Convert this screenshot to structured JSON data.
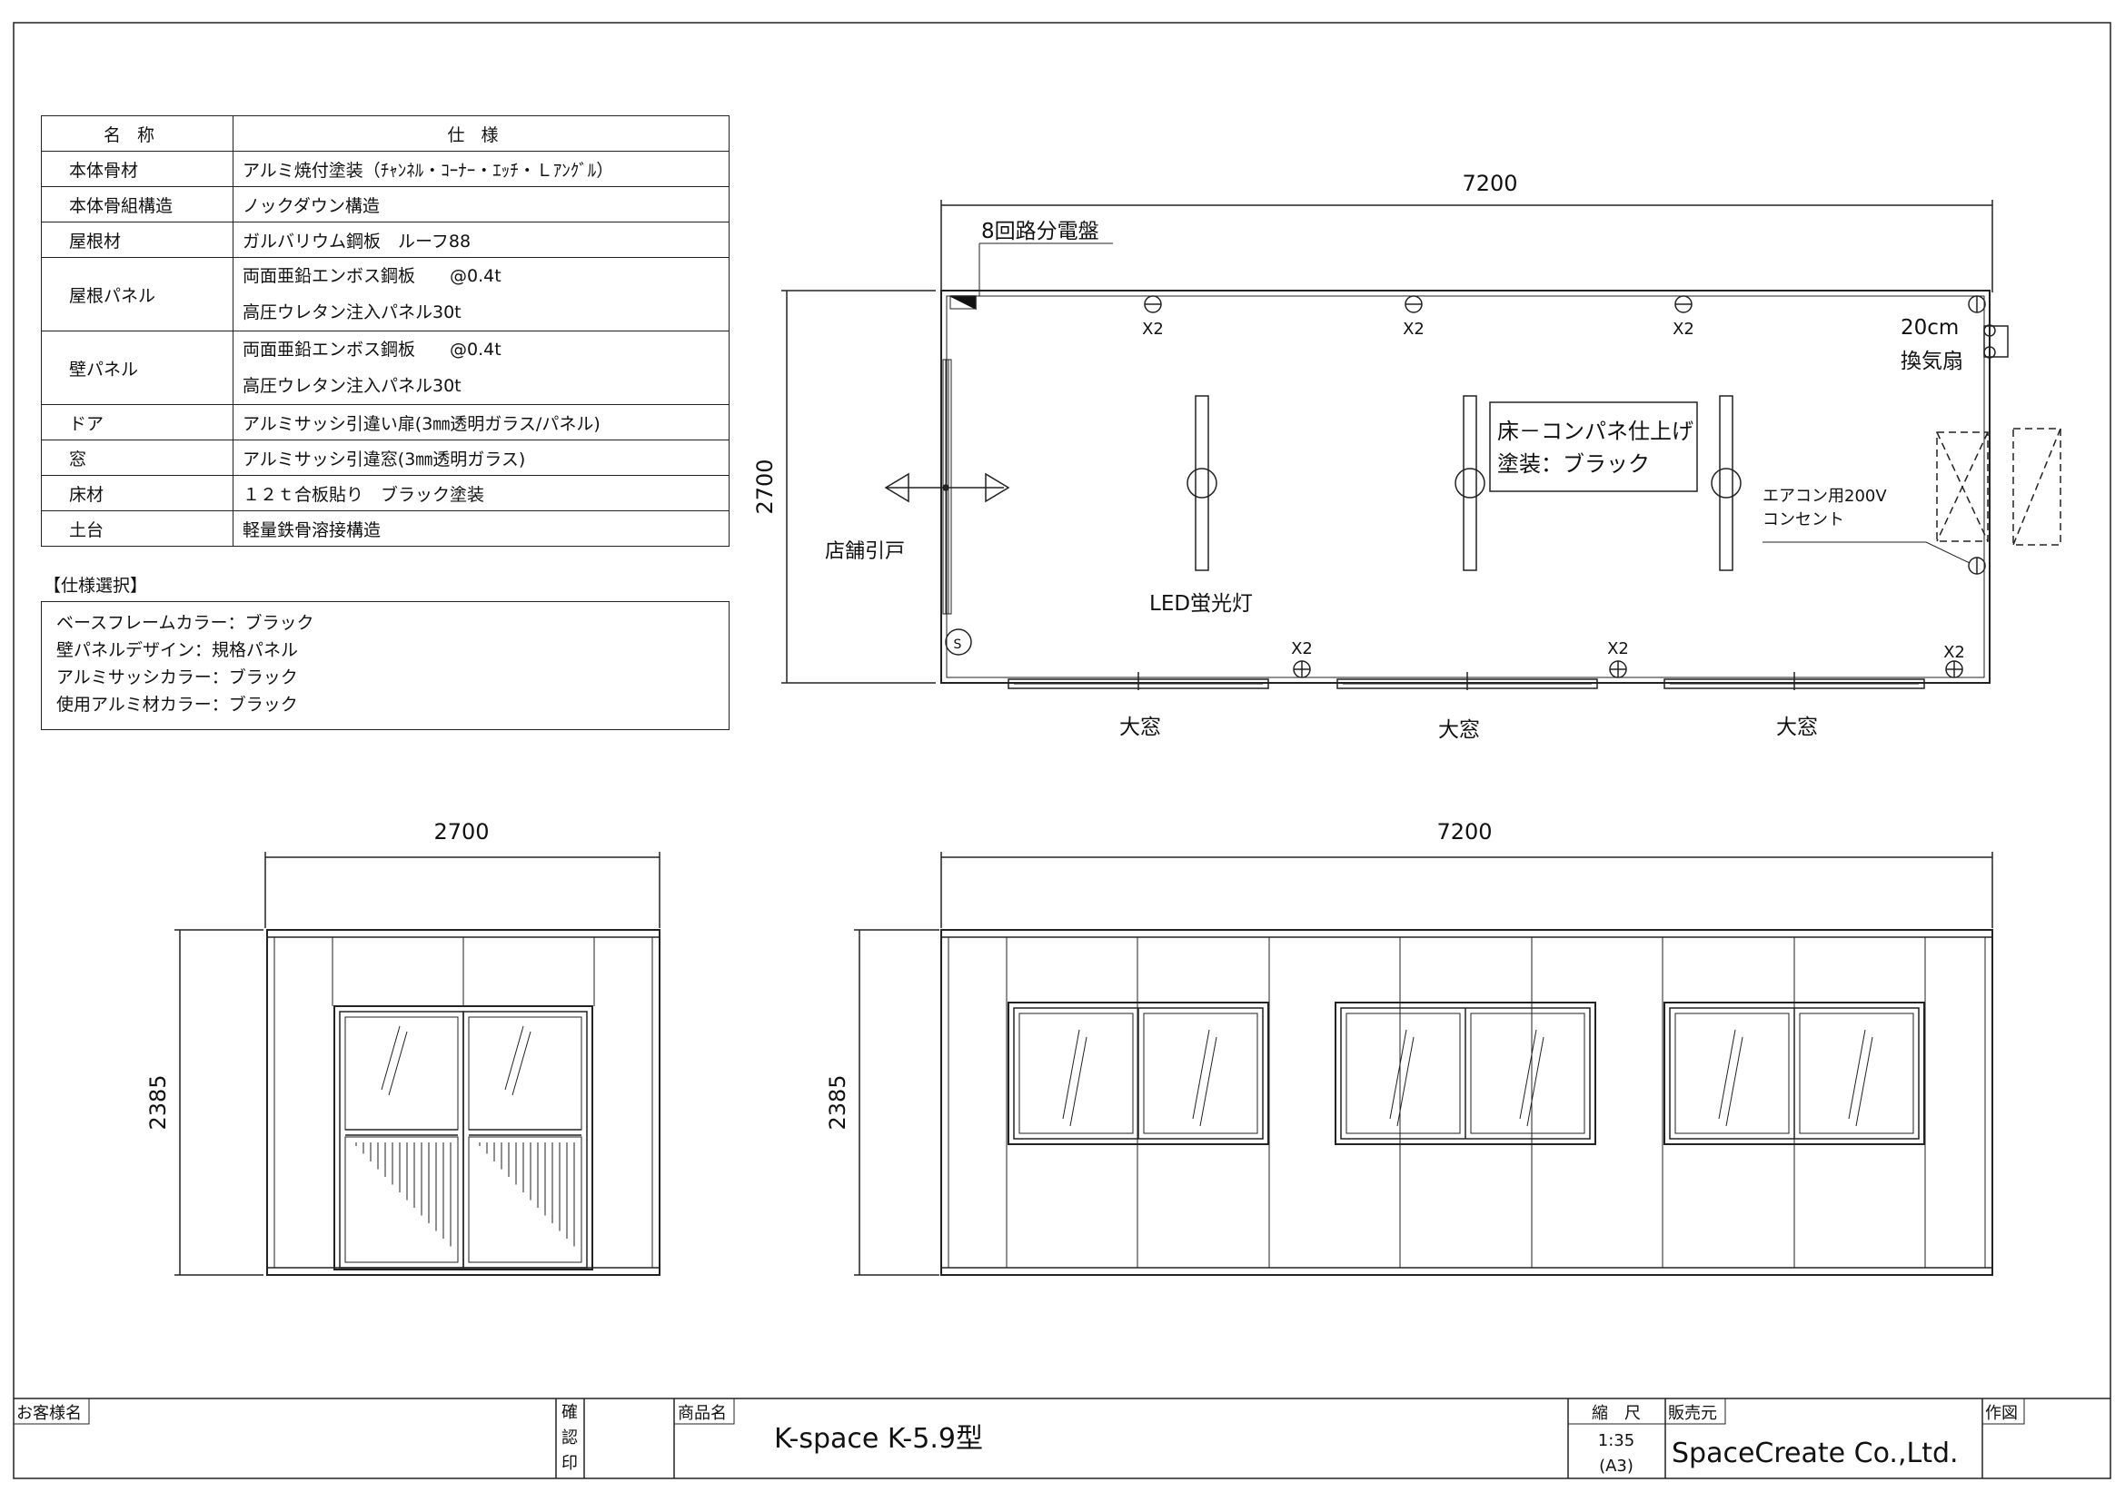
{
  "spec_table": {
    "header_name": "名称",
    "header_spec": "仕様",
    "rows": [
      {
        "name": "本体骨材",
        "spec": [
          "アルミ焼付塗装（ﾁｬﾝﾈﾙ・ｺｰﾅｰ・ｴｯﾁ・Ｌｱﾝｸﾞﾙ）"
        ]
      },
      {
        "name": "本体骨組構造",
        "spec": [
          "ノックダウン構造"
        ]
      },
      {
        "name": "屋根材",
        "spec": [
          "ガルバリウム鋼板　ルーフ88"
        ]
      },
      {
        "name": "屋根パネル",
        "spec": [
          "両面亜鉛エンボス鋼板　　@0.4t",
          "高圧ウレタン注入パネル30t"
        ]
      },
      {
        "name": "壁パネル",
        "spec": [
          "両面亜鉛エンボス鋼板　　@0.4t",
          "高圧ウレタン注入パネル30t"
        ]
      },
      {
        "name": "ドア",
        "spec": [
          "アルミサッシ引違い扉(3㎜透明ガラス/パネル)"
        ]
      },
      {
        "name": "窓",
        "spec": [
          "アルミサッシ引違窓(3㎜透明ガラス)"
        ]
      },
      {
        "name": "床材",
        "spec": [
          "１２ｔ合板貼り　ブラック塗装"
        ]
      },
      {
        "name": "土台",
        "spec": [
          "軽量鉄骨溶接構造"
        ]
      }
    ]
  },
  "options": {
    "title": "【仕様選択】",
    "items": [
      "ベースフレームカラー：ブラック",
      "壁パネルデザイン：規格パネル",
      "アルミサッシカラー：ブラック",
      "使用アルミ材カラー：ブラック"
    ]
  },
  "plan": {
    "width_dim": "7200",
    "depth_dim": "2700",
    "panel_board": "8回路分電盤",
    "fan_size": "20cm",
    "fan_label": "換気扇",
    "floor_label_1": "床－コンパネ仕上げ",
    "floor_label_2": "塗装：ブラック",
    "ac_label_1": "エアコン用200V",
    "ac_label_2": "コンセント",
    "door_label": "店舗引戸",
    "light_label": "LED蛍光灯",
    "outlet_mult": "X2",
    "switch_mark": "S",
    "window_label": "大窓"
  },
  "front_elevation": {
    "width_dim": "2700",
    "height_dim": "2385"
  },
  "side_elevation": {
    "width_dim": "7200",
    "height_dim": "2385"
  },
  "title_block": {
    "customer_label": "お客様名",
    "confirm_1": "確",
    "confirm_2": "認",
    "confirm_3": "印",
    "product_label": "商品名",
    "product_name": "K-space K-5.9型",
    "scale_label": "縮　尺",
    "scale_value": "1:35",
    "paper_size": "(A3)",
    "seller_label": "販売元",
    "seller_name": "SpaceCreate Co.,Ltd.",
    "drawn_label": "作図"
  },
  "colors": {
    "line": "#222222",
    "background": "#ffffff"
  }
}
